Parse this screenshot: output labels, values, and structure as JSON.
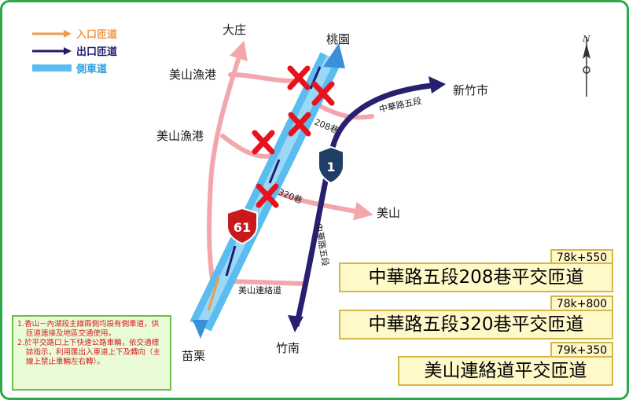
{
  "legend": {
    "entrance": {
      "label": "入口匝道",
      "color": "#f29a4a"
    },
    "exit": {
      "label": "出口匝道",
      "color": "#1f1d6e"
    },
    "side_road": {
      "label": "側車道",
      "color": "#5bbcf0"
    }
  },
  "places": {
    "dazhuang": "大庄",
    "taoyuan": "桃園",
    "meishan_port_1": "美山漁港",
    "meishan_port_2": "美山漁港",
    "hsinchu_city": "新竹市",
    "meishan": "美山",
    "zhunan": "竹南",
    "miaoli": "苗栗"
  },
  "roads": {
    "zhonghua_rd_sec5_upper": "中華路五段",
    "zhonghua_rd_sec5_vertical": "中華路五段",
    "lane_208": "208巷",
    "lane_320": "320巷",
    "meishan_connector": "美山連絡道"
  },
  "shields": {
    "provincial_1": "1",
    "provincial_61": "61"
  },
  "panels": [
    {
      "mileage": "78k+550",
      "title": "中華路五段208巷平交匝道"
    },
    {
      "mileage": "78k+800",
      "title": "中華路五段320巷平交匝道"
    },
    {
      "mileage": "79k+350",
      "title": "美山連絡道平交匝道"
    }
  ],
  "notes": [
    "1.香山－內湖段主線兩側均設有側車道，供匝道連接及地區交通使用。",
    "2.於平交路口上下快速公路車輛，依交通標誌指示，利用匯出入車道上下及轉向（主線上禁止車輛左右轉）。"
  ],
  "compass": {
    "label": "N"
  },
  "colors": {
    "local_road": "#f3a7ac",
    "blocked_mark": "#e8121e",
    "frame": "#2aa84a"
  }
}
